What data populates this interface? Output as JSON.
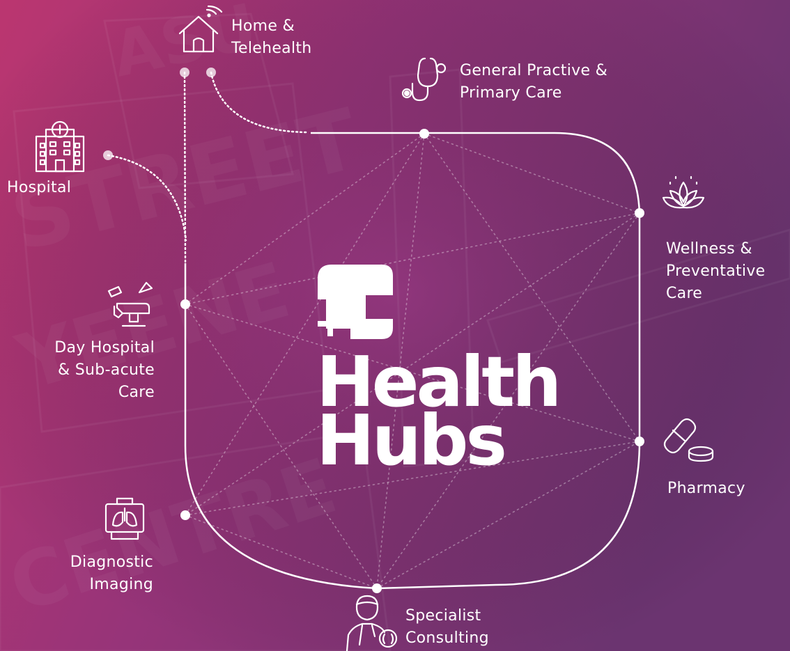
{
  "colors": {
    "gradient_left": "#b9366f",
    "gradient_mid": "#8e3478",
    "gradient_right": "#6a3570",
    "foreground": "#ffffff"
  },
  "logo": {
    "line1": "Health",
    "line2": "Hubs",
    "icon": "health-hubs-logo-icon"
  },
  "nodes": {
    "home": {
      "icon": "house-wifi-icon",
      "line1": "Home &",
      "line2": "Telehealth"
    },
    "gp": {
      "icon": "stethoscope-icon",
      "line1": "General Practive &",
      "line2": "Primary Care"
    },
    "hospital": {
      "icon": "hospital-building-icon",
      "line1": "Hospital"
    },
    "wellness": {
      "icon": "lotus-icon",
      "line1": "Wellness &",
      "line2": "Preventative",
      "line3": "Care"
    },
    "day_hospital": {
      "icon": "surgical-chair-icon",
      "line1": "Day Hospital",
      "line2": "& Sub-acute",
      "line3": "Care"
    },
    "pharmacy": {
      "icon": "pills-icon",
      "line1": "Pharmacy"
    },
    "imaging": {
      "icon": "xray-lungs-icon",
      "line1": "Diagnostic",
      "line2": "Imaging"
    },
    "specialist": {
      "icon": "doctor-kidney-icon",
      "line1": "Specialist",
      "line2": "Consulting"
    }
  }
}
